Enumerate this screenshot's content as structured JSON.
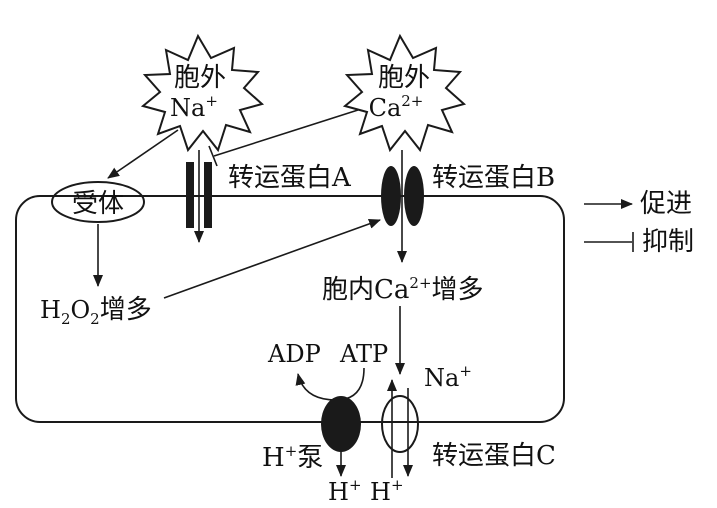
{
  "extracellular_na": {
    "line1": "胞外",
    "ion": "Na",
    "charge": "+"
  },
  "extracellular_ca": {
    "line1": "胞外",
    "ion": "Ca",
    "charge": "2+"
  },
  "receptor": "受体",
  "transporter_a": "转运蛋白A",
  "transporter_b": "转运蛋白B",
  "transporter_c": "转运蛋白C",
  "h2o2": {
    "h": "H",
    "h_sub": "2",
    "o": "O",
    "o_sub": "2",
    "suffix": "增多"
  },
  "intracellular_ca": {
    "prefix": "胞内Ca",
    "charge": "2+",
    "suffix": "增多"
  },
  "adp": "ADP",
  "atp": "ATP",
  "na_ion": {
    "ion": "Na",
    "charge": "+"
  },
  "h_pump": {
    "ion": "H",
    "charge": "+",
    "suffix": "泵"
  },
  "h_out_1": {
    "ion": "H",
    "charge": "+"
  },
  "h_out_2": {
    "ion": "H",
    "charge": "+"
  },
  "legend": {
    "promote": "促进",
    "inhibit": "抑制"
  }
}
